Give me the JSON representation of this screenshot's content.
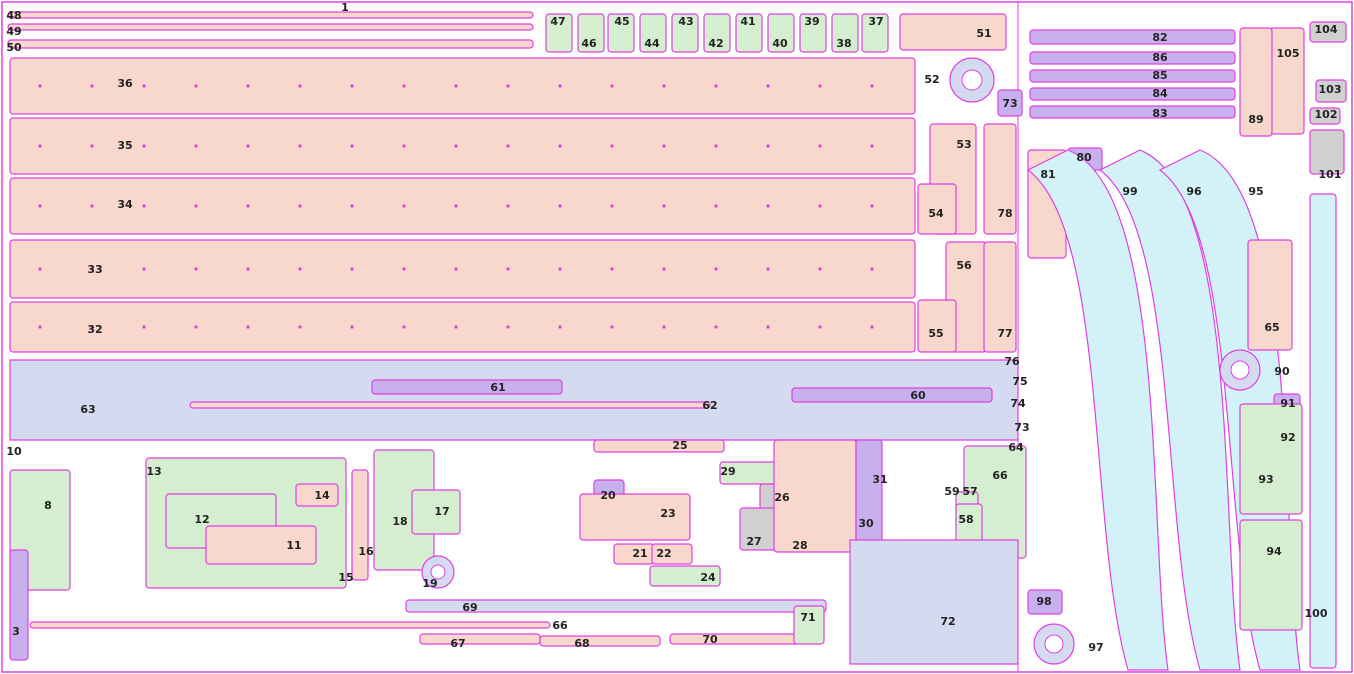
{
  "sheet": {
    "title": "",
    "colors": {
      "outline": "#e040e0",
      "orange": "#f8d8cc",
      "blue": "#d4daf0",
      "green": "#d6eed0",
      "cyan": "#d2f2f8",
      "gray": "#d0d0d0",
      "violet": "#c8b0ee"
    }
  },
  "parts": [
    {
      "label": "1"
    },
    {
      "label": "48"
    },
    {
      "label": "49"
    },
    {
      "label": "50"
    },
    {
      "label": "47"
    },
    {
      "label": "46"
    },
    {
      "label": "45"
    },
    {
      "label": "44"
    },
    {
      "label": "43"
    },
    {
      "label": "42"
    },
    {
      "label": "41"
    },
    {
      "label": "40"
    },
    {
      "label": "39"
    },
    {
      "label": "38"
    },
    {
      "label": "37"
    },
    {
      "label": "51"
    },
    {
      "label": "36"
    },
    {
      "label": "35"
    },
    {
      "label": "34"
    },
    {
      "label": "33"
    },
    {
      "label": "32"
    },
    {
      "label": "52"
    },
    {
      "label": "73"
    },
    {
      "label": "53"
    },
    {
      "label": "54"
    },
    {
      "label": "78"
    },
    {
      "label": "56"
    },
    {
      "label": "55"
    },
    {
      "label": "77"
    },
    {
      "label": "82"
    },
    {
      "label": "86"
    },
    {
      "label": "85"
    },
    {
      "label": "84"
    },
    {
      "label": "83"
    },
    {
      "label": "104"
    },
    {
      "label": "105"
    },
    {
      "label": "103"
    },
    {
      "label": "102"
    },
    {
      "label": "101"
    },
    {
      "label": "89"
    },
    {
      "label": "80"
    },
    {
      "label": "81"
    },
    {
      "label": "99"
    },
    {
      "label": "96"
    },
    {
      "label": "95"
    },
    {
      "label": "65"
    },
    {
      "label": "90"
    },
    {
      "label": "91"
    },
    {
      "label": "92"
    },
    {
      "label": "93"
    },
    {
      "label": "94"
    },
    {
      "label": "100"
    },
    {
      "label": "98"
    },
    {
      "label": "97"
    },
    {
      "label": "76"
    },
    {
      "label": "75"
    },
    {
      "label": "74"
    },
    {
      "label": "73"
    },
    {
      "label": "64"
    },
    {
      "label": "63"
    },
    {
      "label": "61"
    },
    {
      "label": "62"
    },
    {
      "label": "60"
    },
    {
      "label": "8"
    },
    {
      "label": "10"
    },
    {
      "label": "3"
    },
    {
      "label": "13"
    },
    {
      "label": "12"
    },
    {
      "label": "14"
    },
    {
      "label": "11"
    },
    {
      "label": "15"
    },
    {
      "label": "16"
    },
    {
      "label": "18"
    },
    {
      "label": "17"
    },
    {
      "label": "19"
    },
    {
      "label": "25"
    },
    {
      "label": "29"
    },
    {
      "label": "20"
    },
    {
      "label": "23"
    },
    {
      "label": "21"
    },
    {
      "label": "22"
    },
    {
      "label": "24"
    },
    {
      "label": "26"
    },
    {
      "label": "27"
    },
    {
      "label": "28"
    },
    {
      "label": "31"
    },
    {
      "label": "30"
    },
    {
      "label": "66"
    },
    {
      "label": "59"
    },
    {
      "label": "58"
    },
    {
      "label": "57"
    },
    {
      "label": "69"
    },
    {
      "label": "66"
    },
    {
      "label": "67"
    },
    {
      "label": "68"
    },
    {
      "label": "70"
    },
    {
      "label": "71"
    },
    {
      "label": "72"
    }
  ]
}
